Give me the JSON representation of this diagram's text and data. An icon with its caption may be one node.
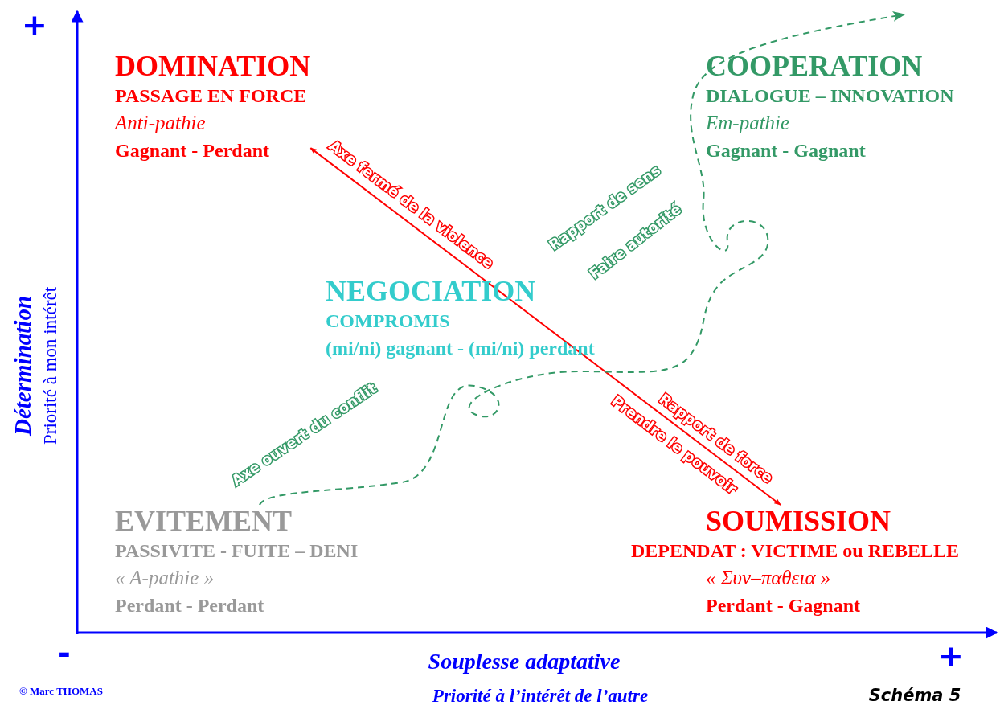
{
  "diagram": {
    "nodes": [
      {
        "text": [
          "DOMINATION",
          "PASSAGE EN FORCE",
          "Anti-pathie",
          "Gagnant - Perdant"
        ]
      },
      {
        "text": [
          "COOPERATION",
          "DIALOGUE – INNOVATION",
          "Em-pathie",
          "Gagnant - Gagnant"
        ]
      },
      {
        "text": [
          "NEGOCIATION",
          "COMPROMIS",
          "(mi/ni) gagnant - (mi/ni) perdant"
        ]
      },
      {
        "text": [
          "EVITEMENT",
          "PASSIVITE - FUITE – DENI",
          "« A-pathie »",
          "Perdant - Perdant"
        ]
      },
      {
        "text": [
          "SOUMISSION",
          "DEPENDAT : VICTIME ou REBELLE",
          "« Συν–παθεια »",
          "Perdant - Gagnant"
        ]
      }
    ],
    "edges": [
      {
        "from": 0,
        "to": 4,
        "arrow": "both",
        "label": "Axe fermé de la violence",
        "color": "#ff0000"
      },
      {
        "from": 3,
        "to": null,
        "arrow": "to",
        "style": "dashed",
        "color": "#339966"
      }
    ],
    "labels": [
      "+",
      "Rapport de sens",
      "Faire autorité",
      "Détermination",
      "Priorité à mon intérêt",
      "Axe ouvert du conflit",
      "Prendre le pouvoir",
      "Rapport de force",
      "-",
      "Souplesse adaptative",
      "+",
      "© Marc THOMAS",
      "Priorité à l’intérêt de l’autre",
      "Schéma 5"
    ]
  }
}
